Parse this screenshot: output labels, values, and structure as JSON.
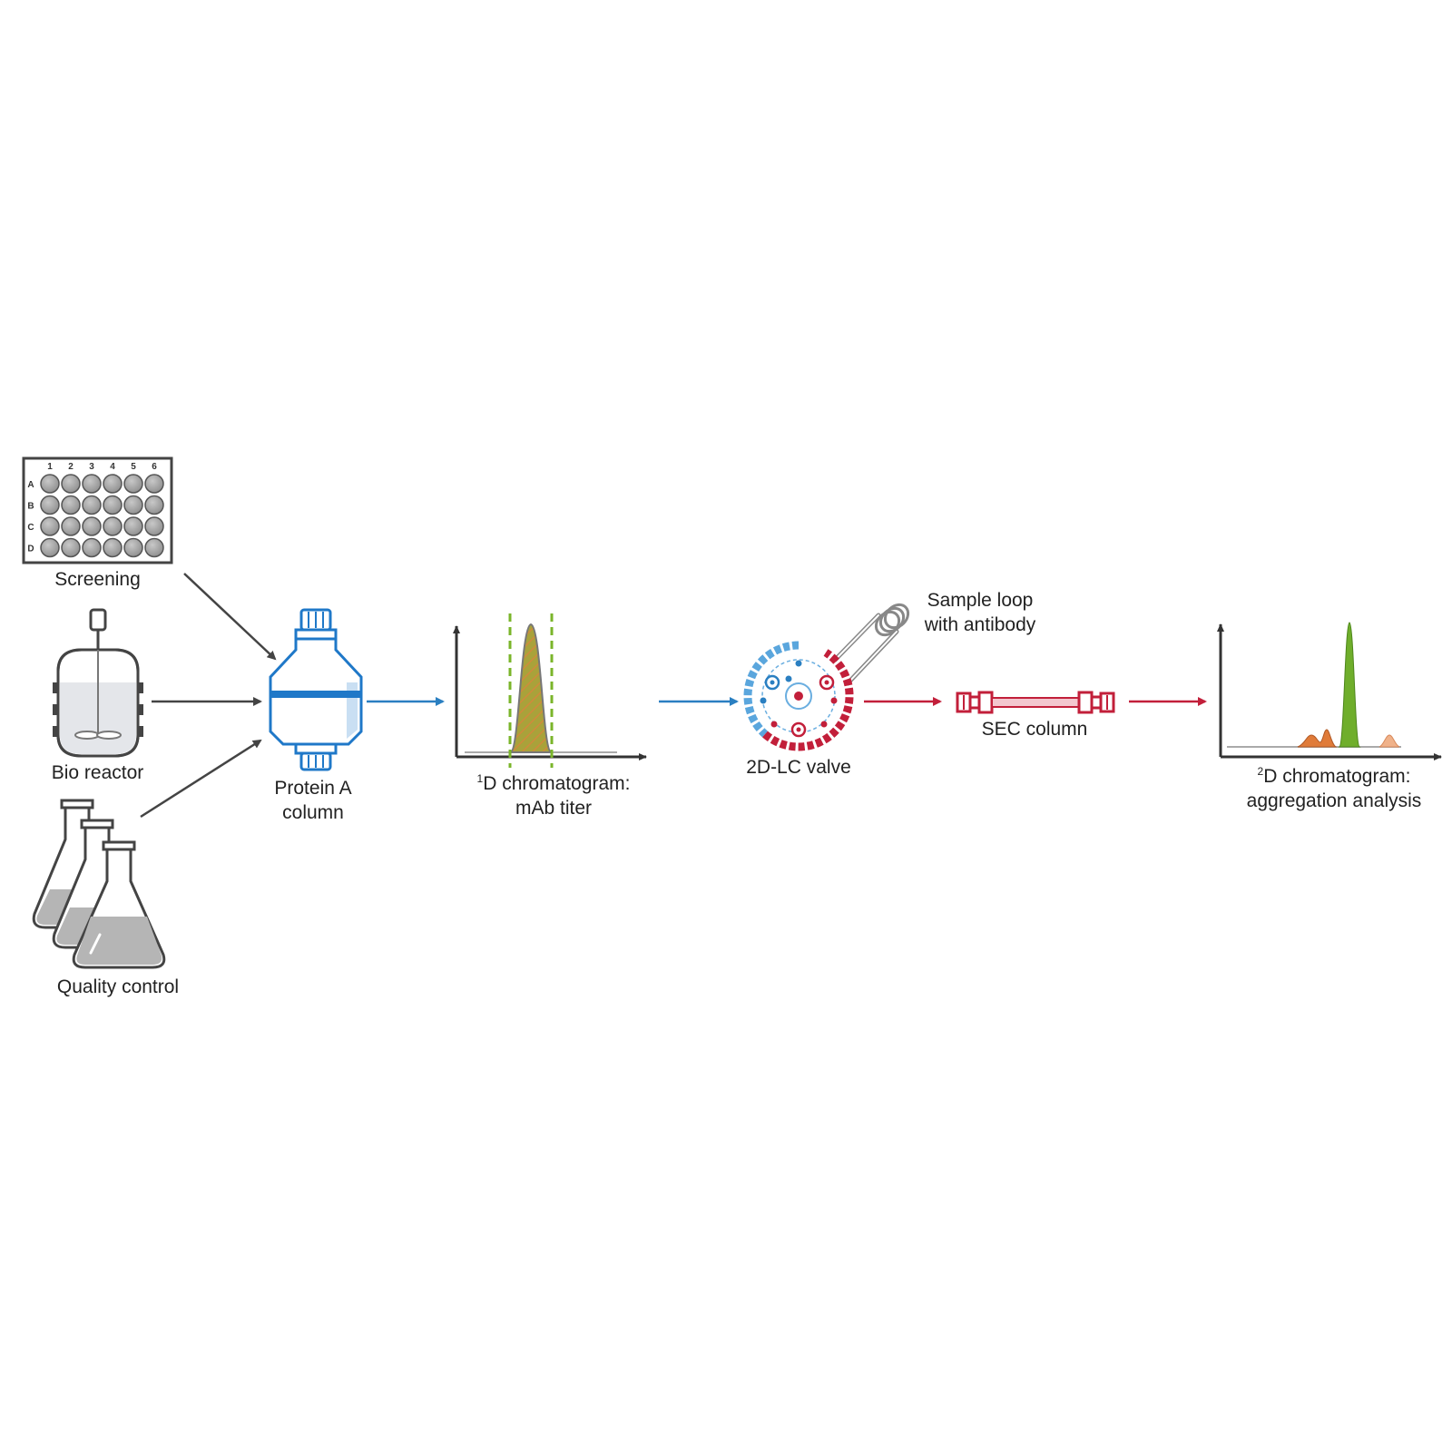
{
  "labels": {
    "screening": "Screening",
    "bioreactor": "Bio reactor",
    "quality_control": "Quality control",
    "protein_a_line1": "Protein A",
    "protein_a_line2": "column",
    "chrom1_sup": "1",
    "chrom1_line1": "D chromatogram:",
    "chrom1_line2": "mAb titer",
    "valve": "2D-LC valve",
    "loop_line1": "Sample loop",
    "loop_line2": "with antibody",
    "sec": "SEC column",
    "chrom2_sup": "2",
    "chrom2_line1": "D chromatogram:",
    "chrom2_line2": "aggregation analysis"
  },
  "plate": {
    "columns": [
      "1",
      "2",
      "3",
      "4",
      "5",
      "6"
    ],
    "rows": [
      "A",
      "B",
      "C",
      "D"
    ]
  },
  "colors": {
    "arrow_gray": "#444444",
    "arrow_blue": "#2a7fc1",
    "arrow_red": "#c21f3a",
    "column_blue": "#1f78c8",
    "peak_green": "#6fae2b",
    "peak_orange": "#e07b39",
    "sec_red": "#c21f3a"
  }
}
